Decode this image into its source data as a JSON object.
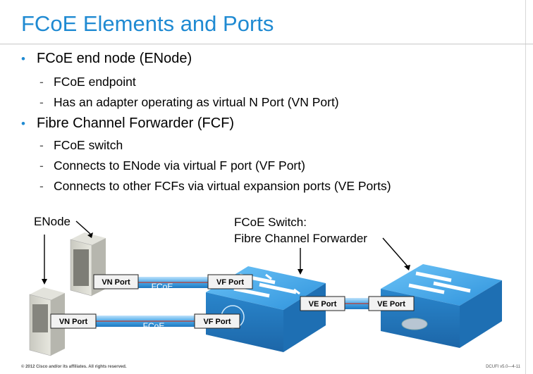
{
  "title": "FCoE Elements and Ports",
  "bullets": [
    {
      "text": "FCoE end node (ENode)",
      "subs": [
        "FCoE endpoint",
        "Has an adapter operating as virtual N Port (VN Port)"
      ]
    },
    {
      "text": "Fibre Channel Forwarder (FCF)",
      "subs": [
        "FCoE switch",
        "Connects to ENode via virtual F port (VF Port)",
        "Connects to other FCFs via virtual expansion ports (VE Ports)"
      ]
    }
  ],
  "diagram": {
    "enode_label": "ENode",
    "switch_label_line1": "FCoE Switch:",
    "switch_label_line2": "Fibre Channel Forwarder",
    "ports": {
      "vn_port_top": "VN Port",
      "vf_port_top": "VF Port",
      "vn_port_bottom": "VN Port",
      "vf_port_bottom": "VF Port",
      "ve_port_left": "VE Port",
      "ve_port_right": "VE Port"
    },
    "link_top": "FCoE",
    "link_bottom": "FCoE"
  },
  "footer": {
    "copyright": "© 2012 Cisco and/or its affiliates. All rights reserved.",
    "course": "DCUFI v5.0—4-11"
  },
  "colors": {
    "title": "#1f8ad2",
    "switch": "#3aa0e6",
    "link": "#4aa8e8"
  }
}
